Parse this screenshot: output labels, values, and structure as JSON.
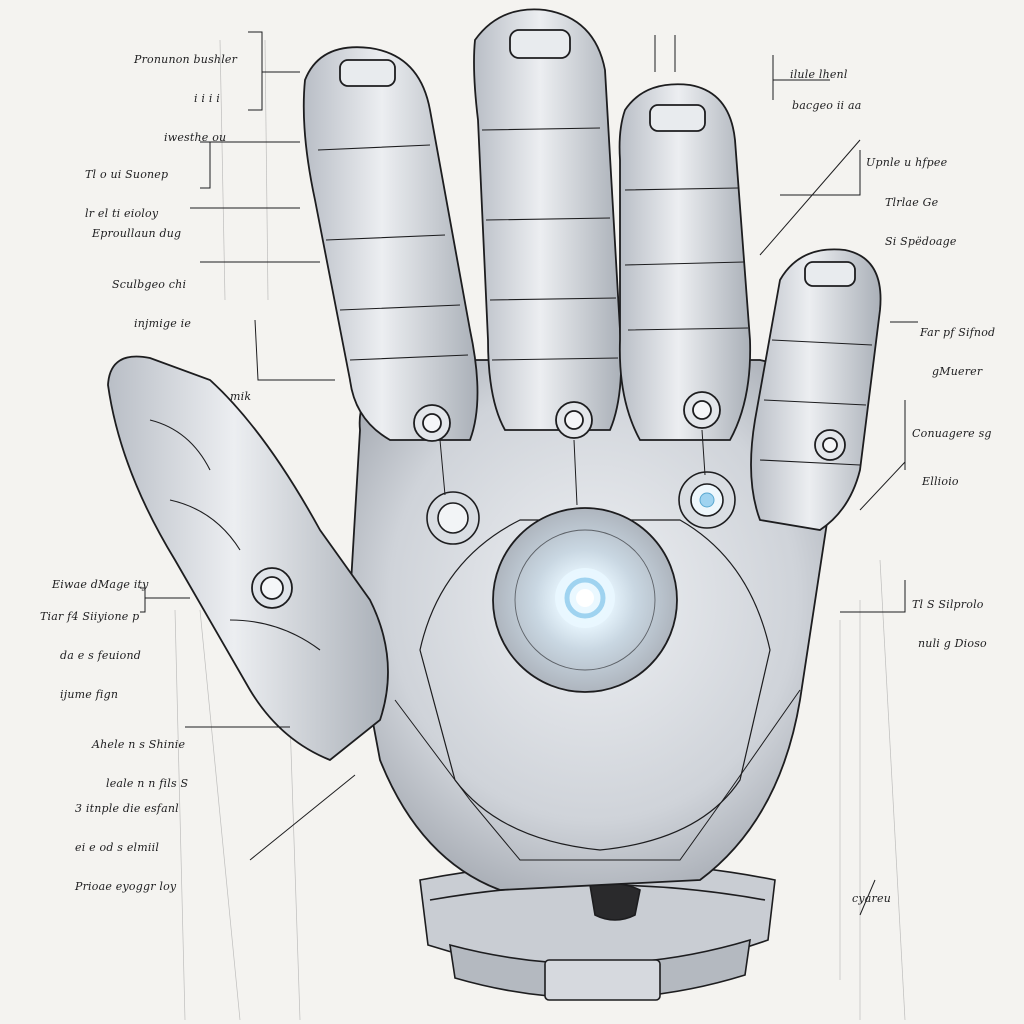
{
  "drawing": {
    "subject": "armored-hand-schematic",
    "colors": {
      "paper": "#f4f3f0",
      "ink": "#1d1d1f",
      "armor_light": "#e6e8ec",
      "armor_mid": "#c4c8cf",
      "armor_dark": "#8f949c",
      "glow": "#dff4ff",
      "glow_ring": "#9fd3f0"
    }
  },
  "annotations": [
    {
      "id": "tl-1",
      "lines": [
        "Pronunon bushler",
        "i i i i",
        "iwesthe ou"
      ]
    },
    {
      "id": "tl-2",
      "lines": [
        "Tl o ui Suonep",
        "lr el ti eioloy"
      ]
    },
    {
      "id": "tl-3",
      "lines": [
        "Eproullaun dug"
      ]
    },
    {
      "id": "tl-4",
      "lines": [
        "Sculbgeo chi",
        "injmige ie"
      ]
    },
    {
      "id": "tl-5",
      "lines": [
        "mik"
      ]
    },
    {
      "id": "ml-1",
      "lines": [
        "Eiwae dMage ity"
      ]
    },
    {
      "id": "ml-2",
      "lines": [
        "Tiar f4 Siiyione p",
        "da e s feuiond",
        "ijume fign"
      ]
    },
    {
      "id": "bl-1",
      "lines": [
        "Ahele n s Shinie",
        "leale n n fils S"
      ]
    },
    {
      "id": "bl-2",
      "lines": [
        "3 itnple die esfanl",
        "ei e od s elmiil",
        "Prioae eyoggr loy"
      ]
    },
    {
      "id": "tr-1",
      "lines": [
        "ilule lhenl"
      ]
    },
    {
      "id": "tr-2",
      "lines": [
        "bacgeo ii aa"
      ]
    },
    {
      "id": "tr-3",
      "lines": [
        "Upnle u hfpee"
      ]
    },
    {
      "id": "tr-4",
      "lines": [
        "Tlrlae Ge",
        "Si Spëdoage"
      ]
    },
    {
      "id": "mr-1",
      "lines": [
        "Far pf Sifnod",
        "gMuerer"
      ]
    },
    {
      "id": "mr-2",
      "lines": [
        "Conuagere sg"
      ]
    },
    {
      "id": "mr-3",
      "lines": [
        "Ellioio"
      ]
    },
    {
      "id": "mr-4",
      "lines": [
        "Tl S Silprolo",
        "nuli g Dioso"
      ]
    },
    {
      "id": "br-1",
      "lines": [
        "cyareu"
      ]
    }
  ]
}
